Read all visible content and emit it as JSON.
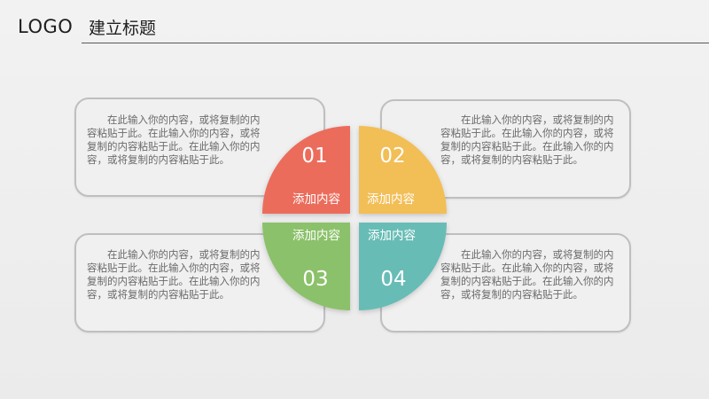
{
  "header": {
    "logo": "LOGO",
    "title": "建立标题"
  },
  "colors": {
    "q1": "#ec6c5b",
    "q2": "#f2be57",
    "q3": "#8bc16a",
    "q4": "#67bcb6",
    "card_border": "#bfbfbf",
    "title_rule": "#5a5a5a"
  },
  "chart": {
    "segments": [
      {
        "number": "01",
        "label": "添加内容"
      },
      {
        "number": "02",
        "label": "添加内容"
      },
      {
        "number": "03",
        "label": "添加内容"
      },
      {
        "number": "04",
        "label": "添加内容"
      }
    ]
  },
  "cards": [
    {
      "text": "在此输入你的内容，或将复制的内容粘贴于此。在此输入你的内容，或将复制的内容粘贴于此。在此输入你的内容，或将复制的内容粘贴于此。"
    },
    {
      "text": "在此输入你的内容，或将复制的内容粘贴于此。在此输入你的内容，或将复制的内容粘贴于此。在此输入你的内容，或将复制的内容粘贴于此。"
    },
    {
      "text": "在此输入你的内容，或将复制的内容粘贴于此。在此输入你的内容，或将复制的内容粘贴于此。在此输入你的内容，或将复制的内容粘贴于此。"
    },
    {
      "text": "在此输入你的内容，或将复制的内容粘贴于此。在此输入你的内容，或将复制的内容粘贴于此。在此输入你的内容，或将复制的内容粘贴于此。"
    }
  ]
}
